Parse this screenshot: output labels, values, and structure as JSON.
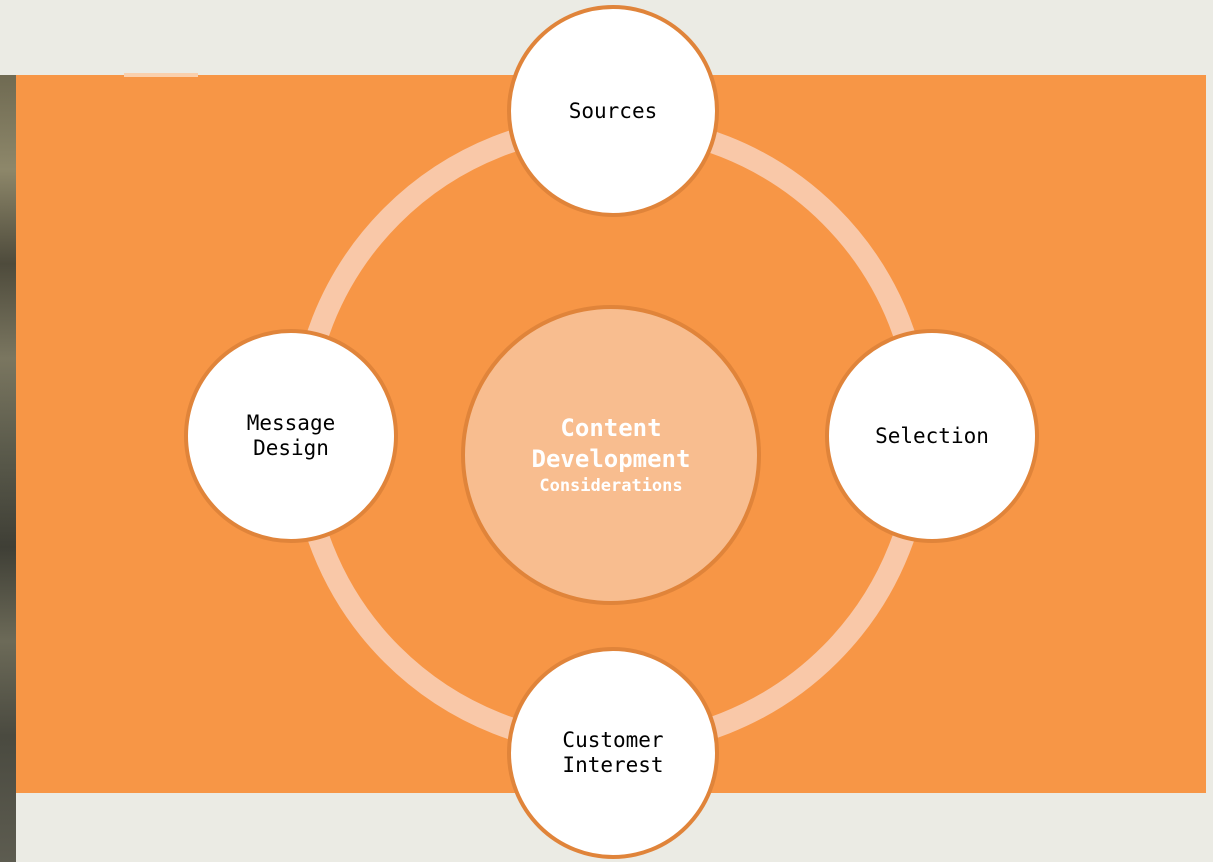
{
  "diagram": {
    "center": {
      "line1": "Content",
      "line2": "Development",
      "line3": "Considerations"
    },
    "nodes": {
      "top": "Sources",
      "right": "Selection",
      "bottom": "Customer\nInterest",
      "left": "Message\nDesign"
    }
  },
  "colors": {
    "banner": "#f79646",
    "ring": "#f9c8a8",
    "node_fill": "#ffffff",
    "node_border": "#e0843a",
    "center_fill": "#f8bd8f",
    "page_background": "#ebebe4"
  }
}
